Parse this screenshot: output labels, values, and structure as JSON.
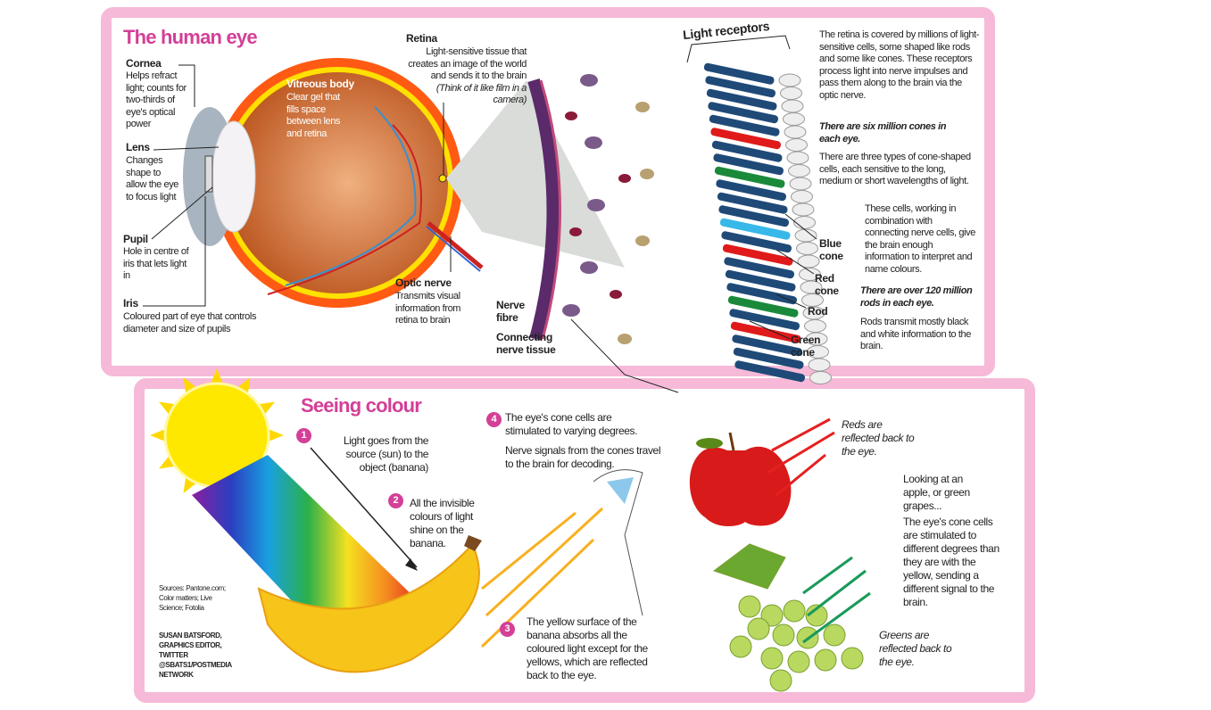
{
  "human_eye": {
    "title": "The human eye",
    "cornea": {
      "label": "Cornea",
      "desc": "Helps refract light; counts for two-thirds of eye's optical power"
    },
    "lens": {
      "label": "Lens",
      "desc": "Changes shape to allow the eye to focus light"
    },
    "pupil": {
      "label": "Pupil",
      "desc": "Hole in centre of iris that lets light in"
    },
    "iris": {
      "label": "Iris",
      "desc": "Coloured part of eye that controls diameter and size of pupils"
    },
    "vitreous": {
      "label": "Vitreous body",
      "desc": "Clear gel that fills space between lens and retina"
    },
    "retina": {
      "label": "Retina",
      "desc": "Light-sensitive tissue that creates an image of the world and sends it to the brain",
      "note": "(Think of it like film in a camera)"
    },
    "optic_nerve": {
      "label": "Optic nerve",
      "desc": "Transmits visual information from retina to brain"
    },
    "light_receptors": "Light receptors",
    "nerve_fibre": "Nerve fibre",
    "connecting_tissue": "Connecting nerve tissue",
    "blue_cone": "Blue cone",
    "red_cone": "Red cone",
    "rod": "Rod",
    "green_cone": "Green cone",
    "side_text": {
      "p1": "The retina is covered by millions of light-sensitive cells, some shaped like rods and some like cones. These receptors process light into nerve impulses and pass them along to the brain via the optic nerve.",
      "p2": "There are six million cones in each eye.",
      "p3": "There are three types of cone-shaped cells, each sensitive to the long, medium or short wavelengths of light.",
      "p4": "These cells, working in combination with connecting nerve cells, give the brain enough information to interpret and name colours.",
      "p5": "There are over 120 million rods in each eye.",
      "p6": "Rods transmit mostly black and white information to the brain."
    }
  },
  "seeing_colour": {
    "title": "Seeing colour",
    "steps": [
      {
        "n": "1",
        "text": "Light goes from the source (sun) to the object (banana)"
      },
      {
        "n": "2",
        "text": "All the invisible colours of light shine on the banana."
      },
      {
        "n": "3",
        "text": "The yellow surface of the banana absorbs all the coloured light except for the yellows, which are reflected back to the eye."
      },
      {
        "n": "4",
        "text": "The eye's cone cells are stimulated to varying degrees.",
        "text2": "Nerve signals from the cones travel to the brain for decoding."
      }
    ],
    "sources": "Sources: Pantone.com; Color matters; Live Science; Fotolia",
    "credit": "SUSAN BATSFORD, GRAPHICS EDITOR, TWITTER @SBATS1/POSTMEDIA NETWORK",
    "reds": "Reds are reflected back to the eye.",
    "looking1": "Looking at an apple, or green grapes...",
    "looking2": "The eye's cone cells are stimulated to different degrees than they are with the yellow, sending a different signal to the brain.",
    "greens": "Greens are reflected back to the eye."
  },
  "colors": {
    "accent": "#d43f97",
    "border": "#f7b9d8"
  }
}
